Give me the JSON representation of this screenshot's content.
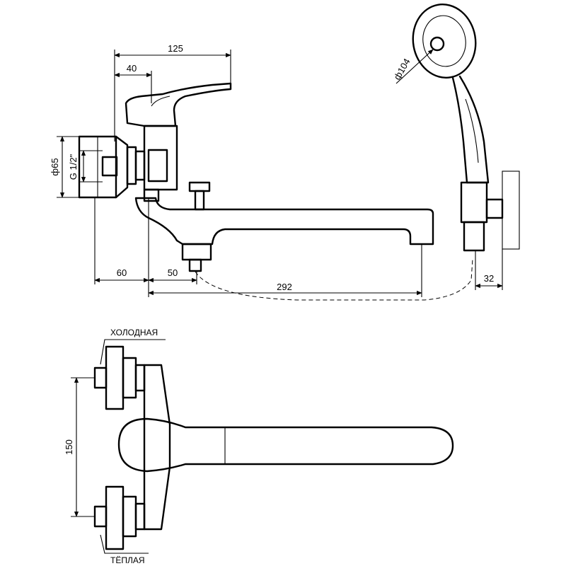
{
  "dimensions": {
    "overall_width": "125",
    "lever_offset": "40",
    "body_diameter": "ф65",
    "thread": "G 1/2\"",
    "wall_to_body": "60",
    "body_to_spout": "50",
    "spout_length": "292",
    "shower_head_diameter": "ф104",
    "holder_depth": "32",
    "inlet_spacing": "150"
  },
  "labels": {
    "cold": "ХОЛОДНАЯ",
    "warm": "ТЁПЛАЯ"
  }
}
